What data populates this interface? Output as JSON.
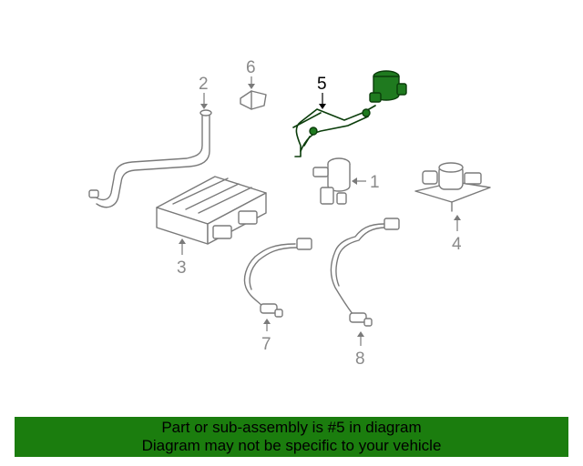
{
  "diagram": {
    "callouts": {
      "c1": "1",
      "c2": "2",
      "c3": "3",
      "c4": "4",
      "c5": "5",
      "c6": "6",
      "c7": "7",
      "c8": "8"
    },
    "highlighted_part": "5",
    "highlight_color": "#1f7a1f",
    "banner_color": "#1b7d0e"
  },
  "banner": {
    "line1": "Part or sub-assembly is #5 in diagram",
    "line2": "Diagram may not be specific to your vehicle"
  }
}
